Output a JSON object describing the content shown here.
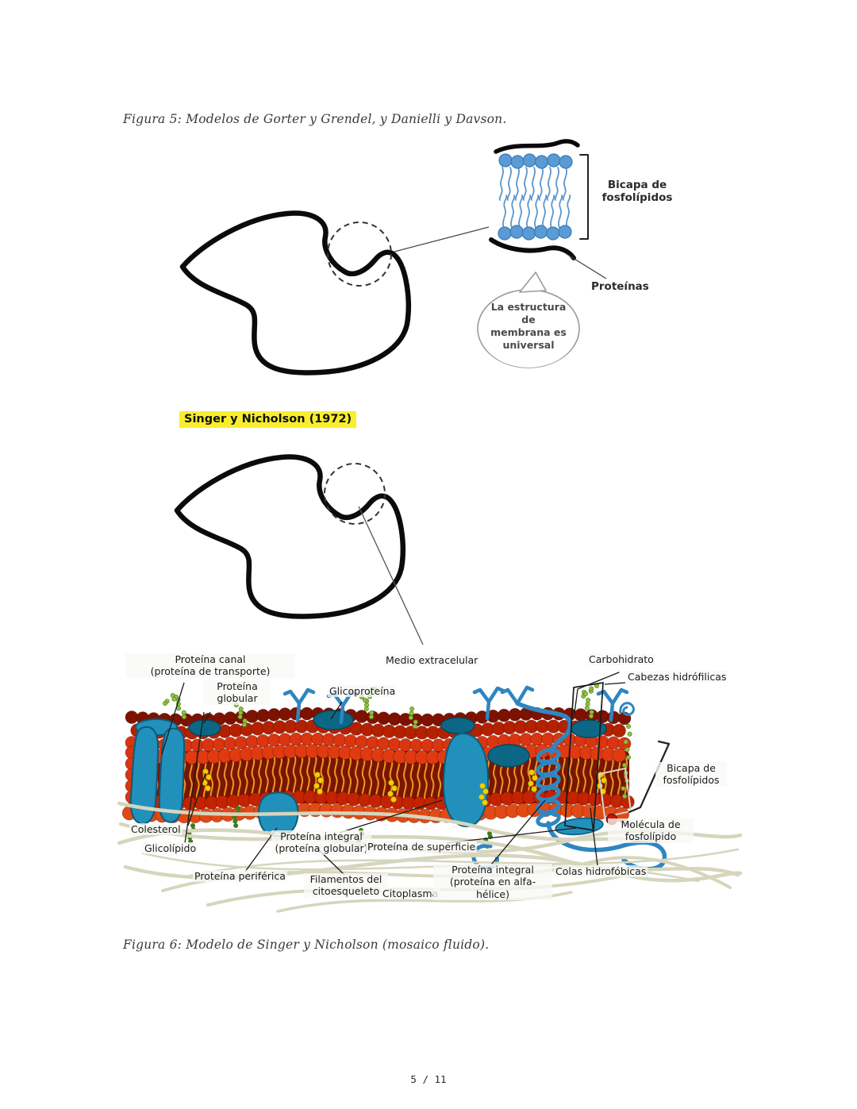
{
  "page": {
    "number": "5 / 11"
  },
  "figure5": {
    "caption": "Figura 5: Modelos de Gorter y Grendel, y Danielli y Davson.",
    "bilayer_label": "Bicapa de\nfosfolípidos",
    "proteins_label": "Proteínas",
    "bubble_text": "La estructura\nde\nmembrana es\nuniversal"
  },
  "highlight": {
    "label": "Singer y Nicholson (1972)",
    "color": "#f8ee2d"
  },
  "figure6": {
    "caption": "Figura 6: Modelo de Singer y Nicholson (mosaico fluido).",
    "labels": {
      "proteina_canal": "Proteína canal\n(proteína de transporte)",
      "proteina_globular": "Proteína\nglobular",
      "glicoproteina": "Glicoproteína",
      "medio_extracelular": "Medio extracelular",
      "carbohidrato": "Carbohidrato",
      "cabezas_hidrofilicas": "Cabezas hidrófilicas",
      "bicapa_fosfolipidos": "Bicapa de\nfosfolípidos",
      "molecula_fosfolipido": "Molécula de\nfosfolípido",
      "colesterol": "Colesterol",
      "glicolipido": "Glicolípido",
      "proteina_integral_globular": "Proteína integral\n(proteína globular)",
      "proteina_superficie": "Proteína de superficie",
      "proteina_periferica": "Proteína periférica",
      "filamentos_citoesqueleto": "Filamentos del\ncitoesqueleto",
      "citoplasma": "Citoplasma",
      "proteina_integral_alfa": "Proteína integral\n(proteína en alfa-hélice)",
      "colas_hidrofobicas": "Colas hidrofóbicas"
    }
  },
  "palette": {
    "membrane_head_red": "#c32300",
    "membrane_head_dark": "#7e1200",
    "membrane_head_bright": "#e03a10",
    "membrane_tail_orange": "#ea9526",
    "membrane_interior": "#7a1500",
    "protein_blue": "#2191bc",
    "protein_blue_dark": "#0b5b7a",
    "protein_teal_dark": "#0c6785",
    "helix_blue": "#2e86c1",
    "glycolipid_green": "#8fbf3f",
    "glycolipid_dark_green": "#3e7a1e",
    "cholesterol_yellow": "#f2cf00",
    "filament_beige": "#d6d5bd",
    "phospholipid_head_blue": "#5b9bd5",
    "phospholipid_tail_blue": "#5b96cc",
    "ink": "#1a1a1a"
  }
}
